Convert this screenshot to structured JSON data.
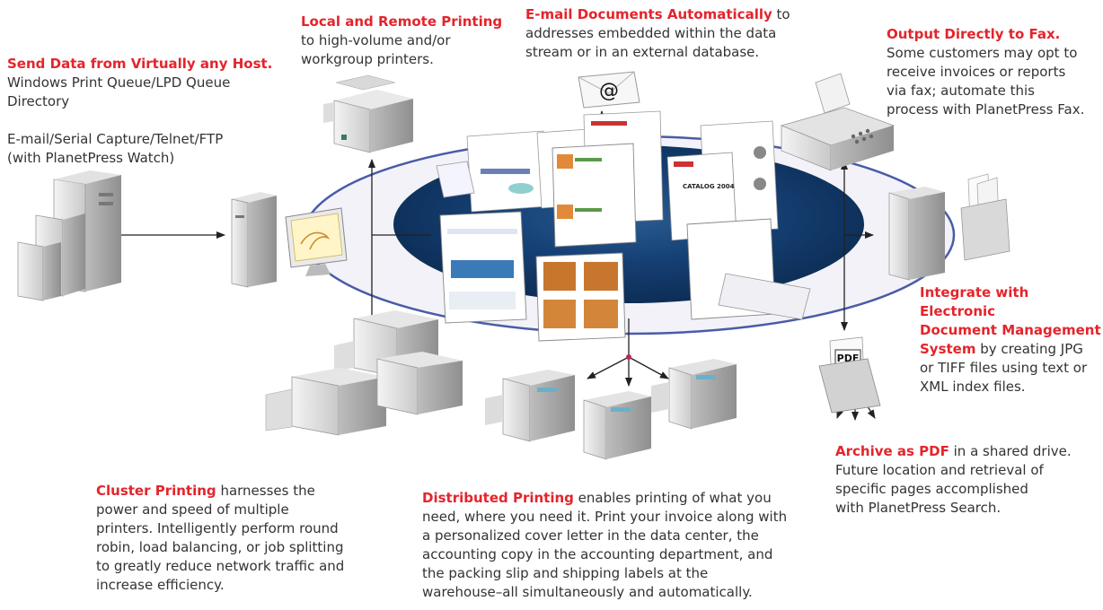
{
  "colors": {
    "accent": "#e4242b",
    "text": "#333333",
    "ring_fill": "#10325e",
    "ring_border": "#4a5ba8"
  },
  "captions": {
    "send_data": {
      "title": "Send Data from Virtually any Host.",
      "lines": [
        "Windows Print Queue/LPD Queue",
        "Directory"
      ],
      "lines2": [
        "E-mail/Serial Capture/Telnet/FTP",
        "(with PlanetPress Watch)"
      ]
    },
    "local_remote": {
      "title": "Local and Remote Printing",
      "lines": [
        "to high-volume and/or",
        "workgroup printers."
      ]
    },
    "email": {
      "title": "E-mail Documents Automatically",
      "title_suffix": " to",
      "lines": [
        "addresses embedded within the data",
        "stream or in an external database."
      ]
    },
    "fax": {
      "title": "Output Directly to Fax.",
      "lines": [
        "Some customers may opt to",
        "receive invoices or reports",
        "via fax; automate this",
        "process with PlanetPress Fax."
      ]
    },
    "edm": {
      "title_lines": [
        "Integrate with Electronic",
        "Document Management"
      ],
      "title_last": "System",
      "line3_suffix": " by creating JPG",
      "lines": [
        "or TIFF files using text or",
        "XML index files."
      ]
    },
    "pdf": {
      "title": "Archive as PDF",
      "title_suffix": " in a shared drive.",
      "lines": [
        "Future location and retrieval of",
        "specific pages accomplished",
        "with PlanetPress Search."
      ]
    },
    "cluster": {
      "title": "Cluster Printing",
      "title_suffix": " harnesses the",
      "lines": [
        "power and speed of multiple",
        "printers. Intelligently perform round",
        "robin, load balancing, or job splitting",
        "to greatly reduce network traffic and",
        "increase efficiency."
      ]
    },
    "distributed": {
      "title": "Distributed Printing",
      "title_suffix": " enables printing of what you",
      "lines": [
        "need, where you need it. Print your invoice along with",
        "a personalized cover letter in the data center, the",
        "accounting copy in the accounting department, and",
        "the packing slip and shipping labels at the",
        "warehouse–all simultaneously and automatically."
      ]
    }
  },
  "document_labels": {
    "catalog": "CATALOG 2004",
    "pdf_tag": "PDF",
    "email_symbol": "@"
  },
  "icons": [
    "server-tower-icon",
    "workstation-icon",
    "monitor-icon",
    "printer-icon",
    "copier-icon",
    "fax-machine-icon",
    "email-envelope-icon",
    "file-server-icon",
    "folder-icon",
    "pdf-folder-icon",
    "document-icon"
  ]
}
